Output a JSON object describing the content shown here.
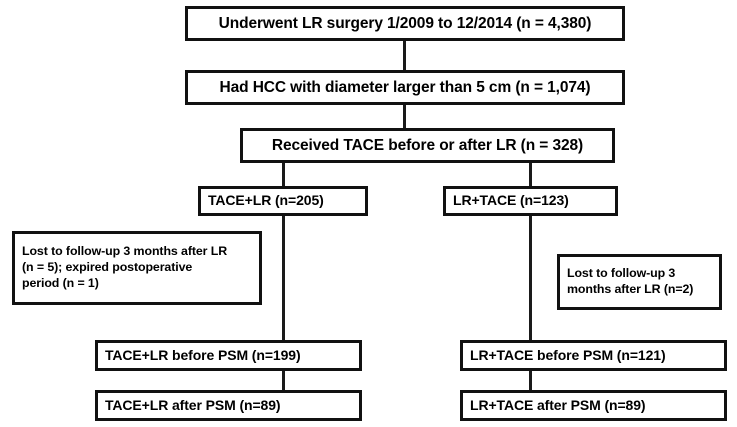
{
  "diagram": {
    "title": "Patient selection flow diagram (CONSORT-style)",
    "type": "flowchart",
    "stroke_color": "#111111",
    "background_color": "#ffffff",
    "text_color": "#000000",
    "nodes": {
      "enrolled": {
        "label": "Underwent LR surgery 1/2009 to 12/2014 (n = 4,380)",
        "count": 4380,
        "align": "center"
      },
      "hcc_large": {
        "label": "Had HCC with diameter larger than 5 cm (n = 1,074)",
        "count": 1074,
        "align": "center"
      },
      "received_tace": {
        "label": "Received TACE before or after LR (n = 328)",
        "count": 328,
        "align": "center"
      },
      "tace_lr": {
        "label": "TACE+LR (n=205)",
        "count": 205,
        "align": "left"
      },
      "lr_tace": {
        "label": "LR+TACE (n=123)",
        "count": 123,
        "align": "left"
      },
      "excluded_left": {
        "label": "Lost to follow-up 3 months after LR (n = 5); expired postoperative period (n = 1)",
        "lines": [
          "Lost to follow-up 3 months after LR",
          "(n = 5); expired postoperative",
          "period (n = 1)"
        ],
        "align": "left"
      },
      "excluded_right": {
        "label": "Lost to follow-up 3 months after LR (n=2)",
        "lines": [
          "Lost to follow-up 3",
          "months after LR (n=2)"
        ],
        "align": "left"
      },
      "tace_lr_before_psm": {
        "label": "TACE+LR before PSM (n=199)",
        "count": 199,
        "align": "left"
      },
      "lr_tace_before_psm": {
        "label": "LR+TACE before PSM (n=121)",
        "count": 121,
        "align": "left"
      },
      "tace_lr_after_psm": {
        "label": "TACE+LR after PSM (n=89)",
        "count": 89,
        "align": "left"
      },
      "lr_tace_after_psm": {
        "label": "LR+TACE after PSM (n=89)",
        "count": 89,
        "align": "left"
      }
    }
  }
}
